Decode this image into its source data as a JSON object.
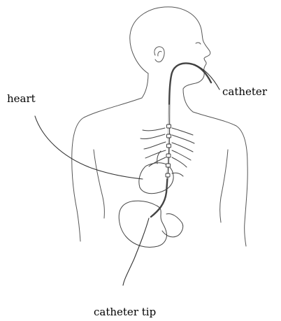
{
  "labels": {
    "heart": "heart",
    "catheter": "catheter",
    "catheter_tip": "catheter tip"
  },
  "colors": {
    "line": "#555555",
    "text": "#000000",
    "background": "#ffffff"
  }
}
